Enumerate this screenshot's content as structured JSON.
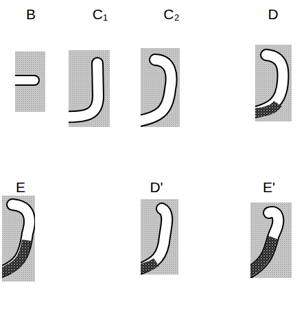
{
  "diagram": {
    "labels": [
      "B",
      "C₁",
      "C₂",
      "D",
      "E",
      "D'",
      "E'"
    ]
  }
}
